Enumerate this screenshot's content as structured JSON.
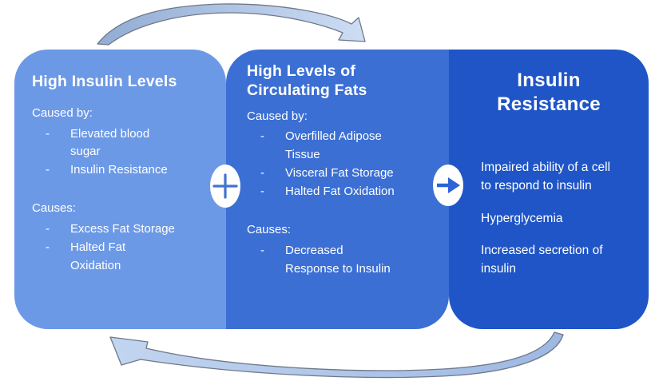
{
  "panels": [
    {
      "id": "high-insulin-levels",
      "title": "High Insulin Levels",
      "bg_color": "#6c99e6",
      "sections": [
        {
          "label": "Caused by:",
          "items": [
            "Elevated blood\nsugar",
            "Insulin Resistance"
          ]
        },
        {
          "label": "Causes:",
          "items": [
            "Excess Fat Storage",
            "Halted Fat\nOxidation"
          ]
        }
      ]
    },
    {
      "id": "high-levels-of-circulating-fats",
      "title": "High Levels of\nCirculating Fats",
      "bg_color": "#3b6fd4",
      "sections": [
        {
          "label": "Caused by:",
          "items": [
            "Overfilled Adipose\nTissue",
            "Visceral Fat Storage",
            "Halted Fat Oxidation"
          ]
        },
        {
          "label": "Causes:",
          "items": [
            "Decreased\nResponse to Insulin"
          ]
        }
      ]
    },
    {
      "id": "insulin-resistance",
      "title": "Insulin\nResistance",
      "bg_color": "#1f55c6",
      "paragraphs": [
        "Impaired ability of a cell\nto respond to insulin",
        "Hyperglycemia",
        "Increased secretion of\ninsulin"
      ]
    }
  ],
  "list_style": {
    "bullet": "-"
  },
  "connectors": [
    {
      "icon": "plus-icon",
      "color": "#4273d0"
    },
    {
      "icon": "arrow-right-icon",
      "color": "#2b63d9"
    }
  ],
  "flow_arrows": [
    {
      "icon": "curved-arrow-icon",
      "position": "top",
      "direction": "left-to-right"
    },
    {
      "icon": "curved-arrow-icon",
      "position": "bottom",
      "direction": "right-to-left"
    }
  ],
  "colors": {
    "background": "#ffffff",
    "text": "#ffffff",
    "curved_arrow_fill_dark": "#92acd4",
    "curved_arrow_fill_light": "#cdddf4",
    "curved_arrow_stroke": "#6f7888"
  }
}
